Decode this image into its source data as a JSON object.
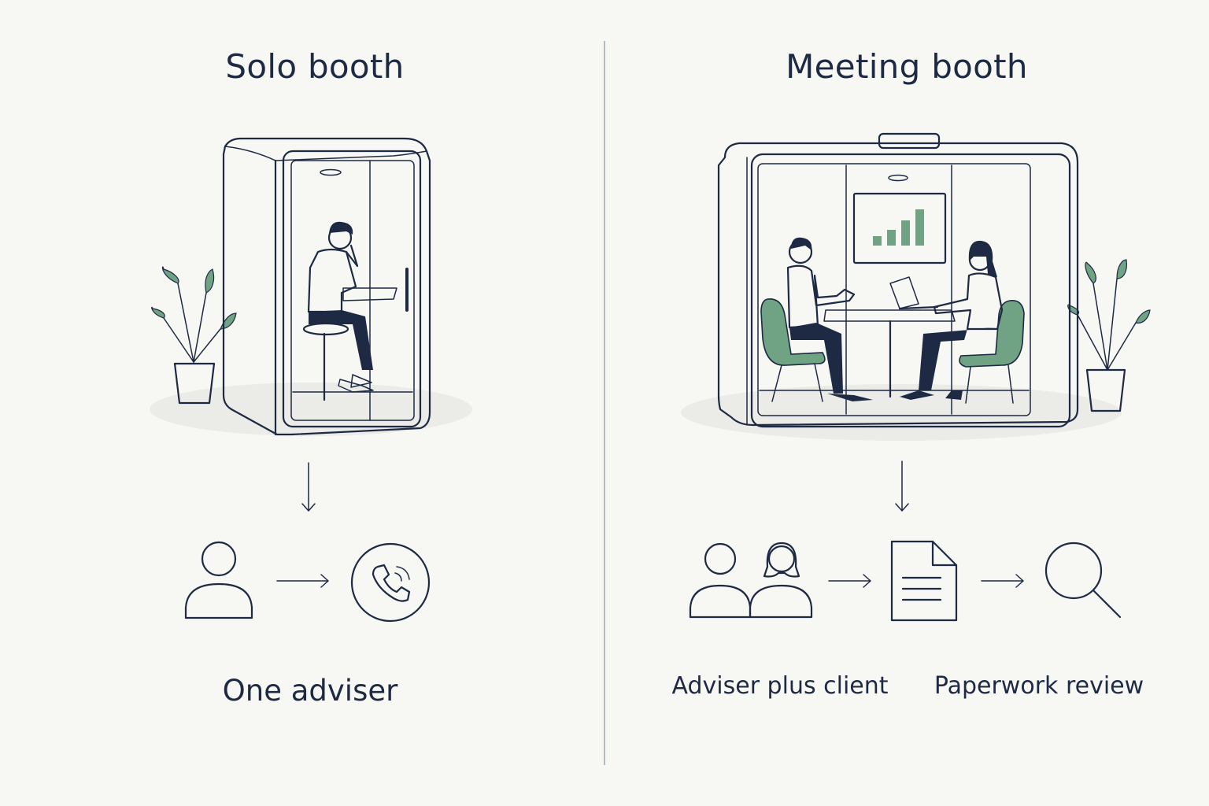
{
  "colors": {
    "background": "#f7f7f4",
    "ink": "#1e2a44",
    "accent_green": "#6fa383",
    "divider": "#b4bac4"
  },
  "solo": {
    "title": "Solo booth",
    "caption": "One adviser",
    "icons": [
      "person-icon",
      "arrow-right-icon",
      "phone-call-icon"
    ]
  },
  "meeting": {
    "title": "Meeting booth",
    "captions": [
      "Adviser plus client",
      "Paperwork review"
    ],
    "icons": [
      "two-people-icon",
      "arrow-right-icon",
      "document-icon",
      "arrow-right-icon",
      "magnifier-icon"
    ]
  }
}
